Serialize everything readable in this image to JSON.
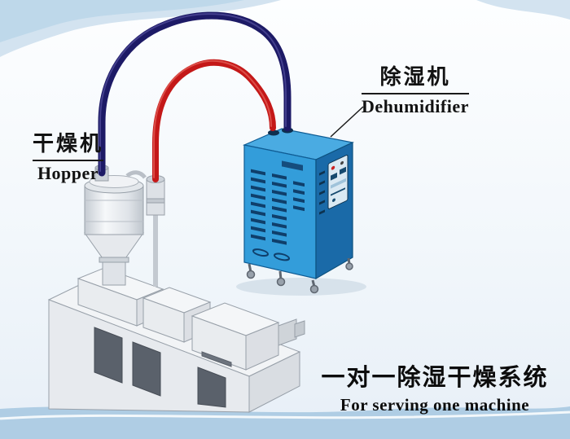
{
  "labels": {
    "hopper": {
      "cn": "干燥机",
      "en": "Hopper"
    },
    "dehumidifier": {
      "cn": "除湿机",
      "en": "Dehumidifier"
    },
    "caption": {
      "cn": "一对一除湿干燥系统",
      "en": "For serving one machine"
    }
  },
  "colors": {
    "pipe_red": "#c41818",
    "pipe_navy": "#1d1a66",
    "dehumidifier_front": "#339dda",
    "dehumidifier_side": "#1a6aa8",
    "dehumidifier_top": "#4aabe2",
    "bottom_band": "#afcde4",
    "machine_gray": "#e9ecef",
    "label_text": "#121212"
  }
}
